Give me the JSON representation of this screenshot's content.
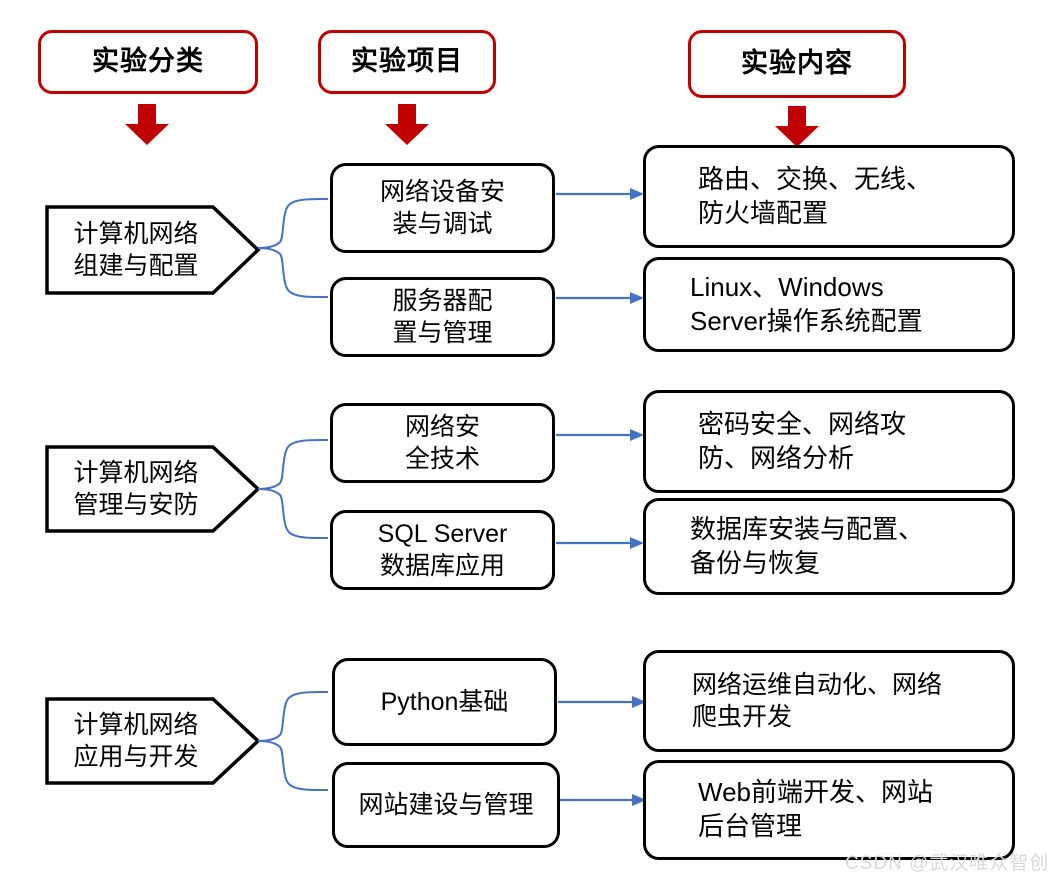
{
  "diagram": {
    "title_columns": [
      {
        "label": "实验分类",
        "name": "header-experiment-category"
      },
      {
        "label": "实验项目",
        "name": "header-experiment-project"
      },
      {
        "label": "实验内容",
        "name": "header-experiment-content"
      }
    ],
    "rows": [
      {
        "category": {
          "line1": "计算机网络",
          "line2": "组建与配置"
        },
        "items": [
          {
            "project": {
              "line1": "网络设备安",
              "line2": "装与调试"
            },
            "content": {
              "line1": "路由、交换、无线、",
              "line2": "防火墙配置"
            }
          },
          {
            "project": {
              "line1": "服务器配",
              "line2": "置与管理"
            },
            "content": {
              "line1": "Linux、Windows",
              "line2": "Server操作系统配置"
            }
          }
        ]
      },
      {
        "category": {
          "line1": "计算机网络",
          "line2": "管理与安防"
        },
        "items": [
          {
            "project": {
              "line1": "网络安",
              "line2": "全技术"
            },
            "content": {
              "line1": "密码安全、网络攻",
              "line2": "防、网络分析"
            }
          },
          {
            "project": {
              "line1": "SQL Server",
              "line2": "数据库应用"
            },
            "content": {
              "line1": "数据库安装与配置、",
              "line2": "备份与恢复"
            }
          }
        ]
      },
      {
        "category": {
          "line1": "计算机网络",
          "line2": "应用与开发"
        },
        "items": [
          {
            "project": {
              "line1": "Python基础",
              "line2": ""
            },
            "content": {
              "line1": "网络运维自动化、网络",
              "line2": "爬虫开发"
            }
          },
          {
            "project": {
              "line1": "网站建设与管理",
              "line2": ""
            },
            "content": {
              "line1": "Web前端开发、网站",
              "line2": "后台管理"
            }
          }
        ]
      }
    ],
    "watermark": "CSDN @武汉唯众智创",
    "colors": {
      "header_border": "#C00000",
      "arrow_red": "#C00000",
      "connector_blue": "#4472C4",
      "box_border": "#000000",
      "text": "#000000",
      "watermark": "#D9D9D9"
    }
  }
}
